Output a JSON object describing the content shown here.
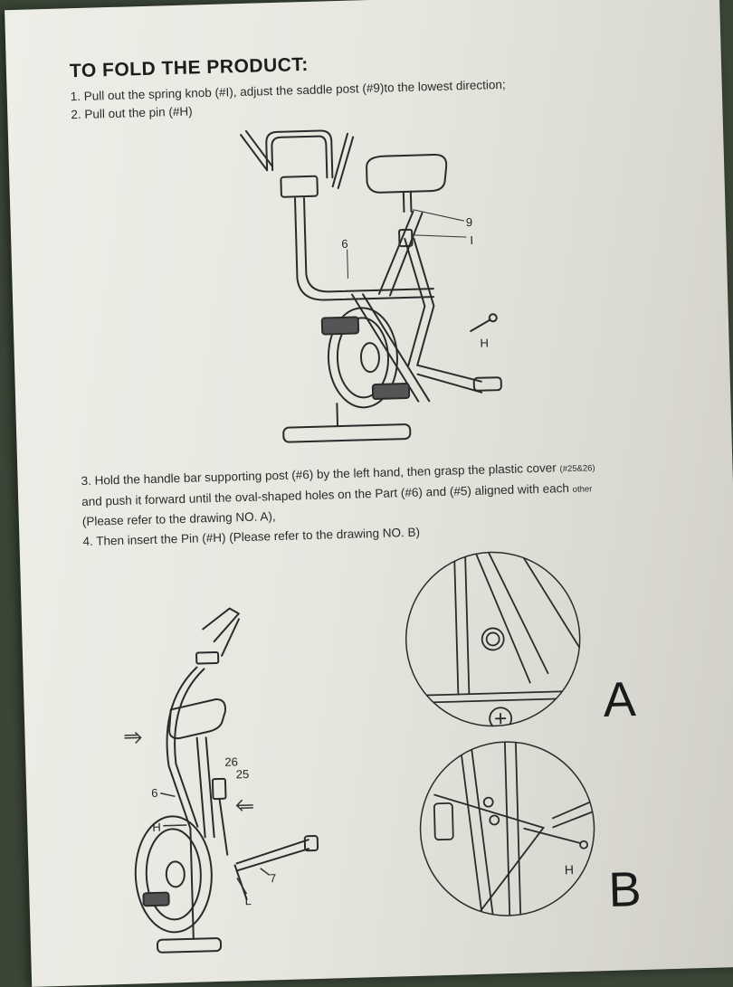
{
  "document": {
    "title": "TO FOLD THE PRODUCT:",
    "steps_top": [
      "1. Pull out the spring knob (#I), adjust the saddle post (#9)to the lowest direction;",
      "2. Pull out the pin (#H)"
    ],
    "step3": {
      "line1": "3. Hold the handle bar supporting post (#6) by the left hand, then grasp the plastic cover",
      "line1_small": "(#25&26)",
      "line2": "and push it forward until the oval-shaped holes on the Part (#6) and (#5) aligned with each",
      "line2_small": "other",
      "line3": "(Please refer to the drawing NO. A),"
    },
    "step4": "4. Then insert the Pin (#H) (Please refer to the drawing NO. B)"
  },
  "diagram_top": {
    "labels": {
      "post": "9",
      "knob": "I",
      "handle_post": "6",
      "pin": "H"
    }
  },
  "diagram_fold": {
    "labels": {
      "handle_post": "6",
      "pin": "H",
      "cover_a": "26",
      "cover_b": "25",
      "base": "7",
      "lever": "L"
    }
  },
  "detail_a": {
    "letter": "A"
  },
  "detail_b": {
    "letter": "B",
    "pin_label": "H"
  }
}
